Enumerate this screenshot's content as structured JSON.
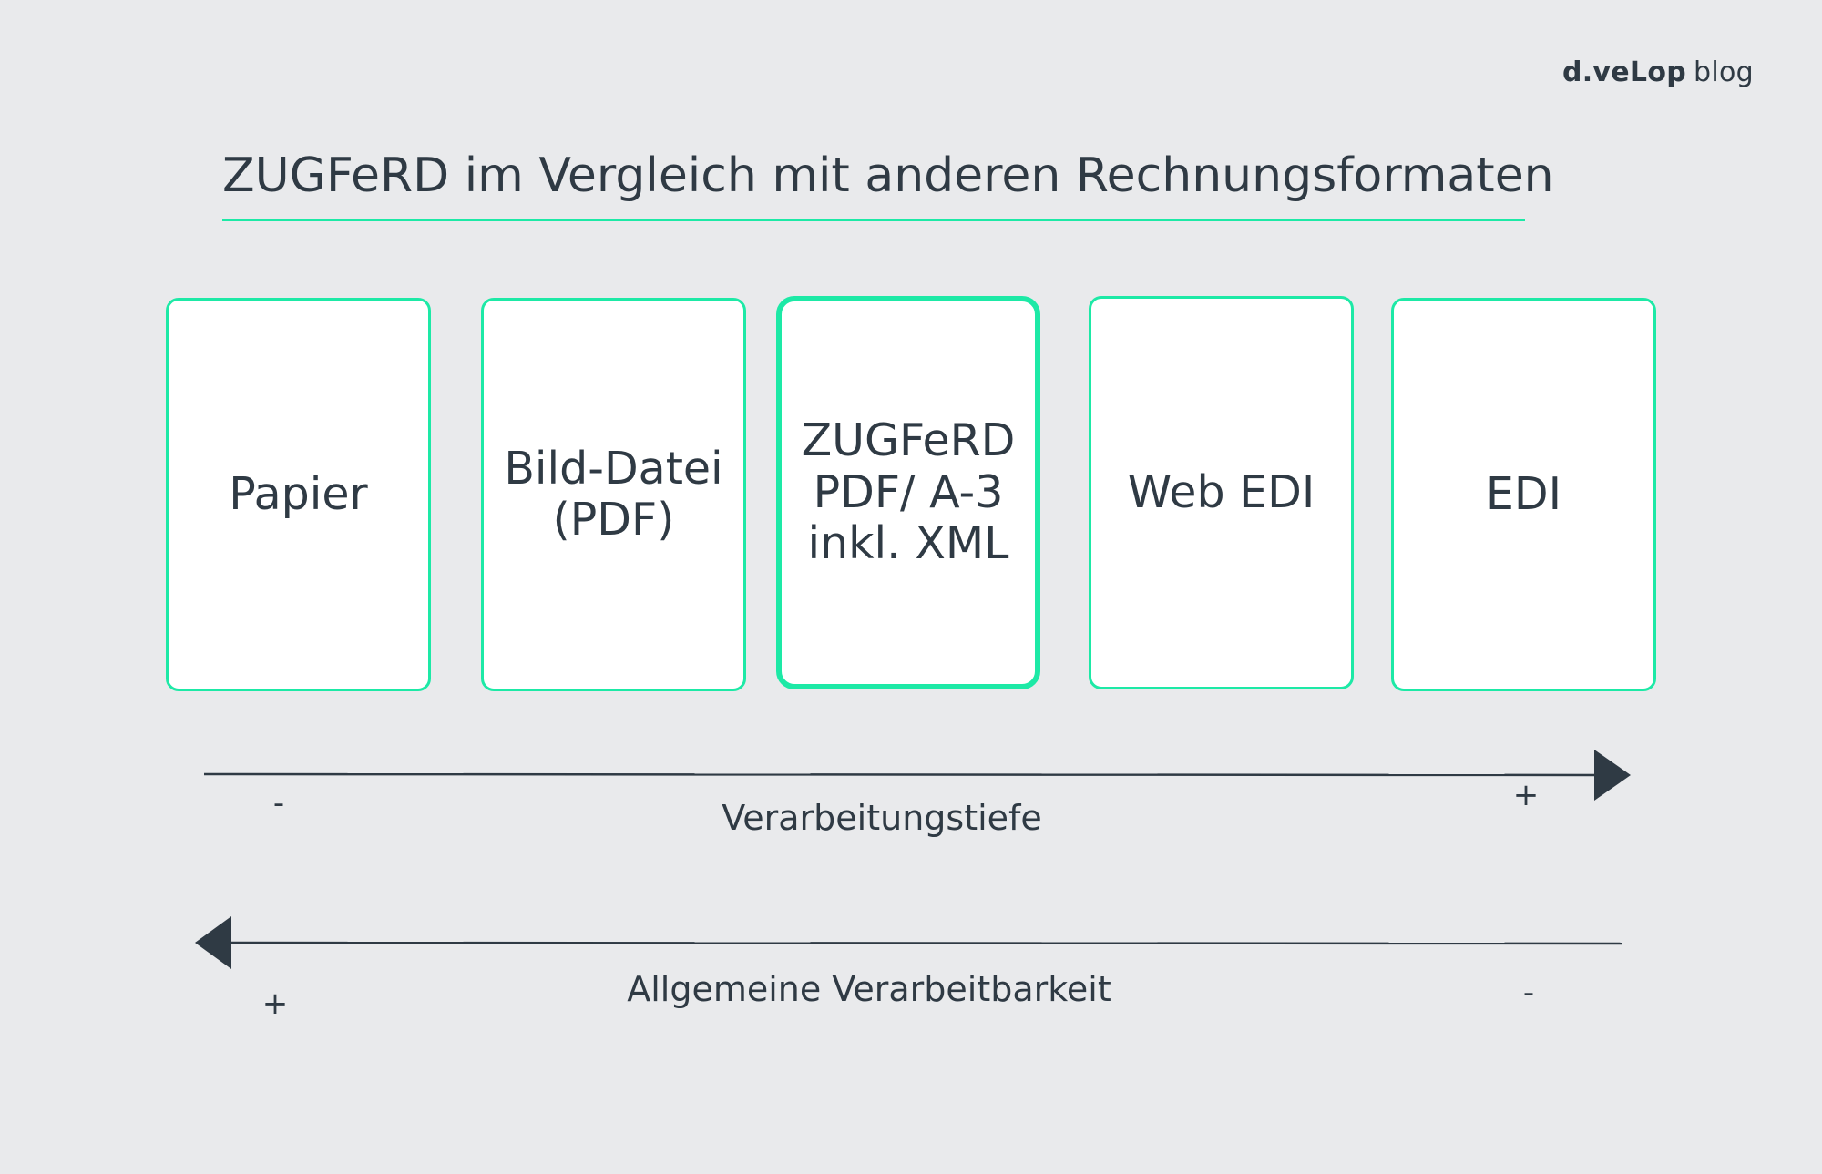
{
  "brand": {
    "main": "d.veLop",
    "sub": "blog"
  },
  "title": "ZUGFeRD im Vergleich mit anderen Rechnungsformaten",
  "cards": [
    {
      "label": "Papier",
      "highlighted": false
    },
    {
      "label": "Bild-Datei\n(PDF)",
      "highlighted": false
    },
    {
      "label": "ZUGFeRD\nPDF/ A-3\ninkl. XML",
      "highlighted": true
    },
    {
      "label": "Web EDI",
      "highlighted": false
    },
    {
      "label": "EDI",
      "highlighted": false
    }
  ],
  "arrows": {
    "processing_depth": {
      "label": "Verarbeitungstiefe",
      "direction": "right",
      "left_sign": "-",
      "right_sign": "+"
    },
    "general_processability": {
      "label": "Allgemeine Verarbeitbarkeit",
      "direction": "left",
      "left_sign": "+",
      "right_sign": "-"
    }
  },
  "colors": {
    "background": "#e9eaec",
    "accent": "#1de9a6",
    "text": "#2f3a44",
    "card_background": "#ffffff"
  }
}
